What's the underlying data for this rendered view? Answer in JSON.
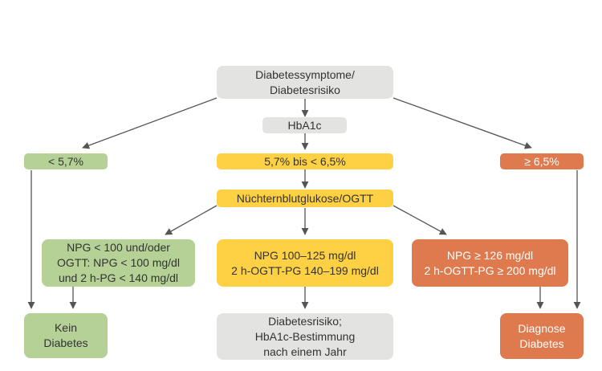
{
  "nodes": {
    "start": "Diabetessymptome/\nDiabetesrisiko",
    "hba1c": "HbA1c",
    "low": "< 5,7%",
    "mid": "5,7% bis < 6,5%",
    "high": "≥ 6,5%",
    "ogtt": "Nüchternblutglukose/OGTT",
    "normal_values": "NPG < 100 und/oder\nOGTT: NPG < 100 mg/dl\nund 2 h-PG < 140 mg/dl",
    "mid_values": "NPG 100–125 mg/dl\n2 h-OGTT-PG 140–199 mg/dl",
    "high_values": "NPG ≥ 126 mg/dl\n2 h-OGTT-PG ≥ 200 mg/dl",
    "no_diabetes": "Kein\nDiabetes",
    "risk": "Diabetesrisiko;\nHbA1c-Bestimmung\nnach einem Jahr",
    "diagnosis": "Diagnose\nDiabetes"
  },
  "colors": {
    "gray": "#e3e3e2",
    "yellow": "#fed145",
    "green": "#b5d196",
    "orange": "#de7a4d",
    "arrow": "#555555"
  }
}
